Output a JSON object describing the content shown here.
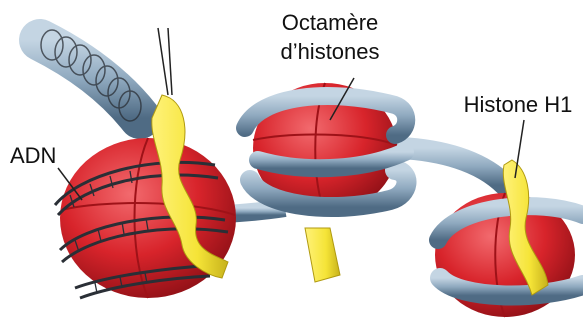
{
  "labels": {
    "octamere_line1": "Octamère",
    "octamere_line2": "d’histones",
    "histone_h1": "Histone H1",
    "adn": "ADN"
  },
  "colors": {
    "histone_red": "#d8242b",
    "histone_red_dark": "#9e1218",
    "dna_tube": "#8fa9bf",
    "dna_tube_dark": "#4f6b84",
    "dna_tube_light": "#c4d5e3",
    "histone_h1_yellow": "#f5e437",
    "histone_h1_shadow": "#c7b21c",
    "double_helix": "#2a2f36",
    "leader": "#222222"
  },
  "icons": [
    "nucleosome-diagram"
  ]
}
